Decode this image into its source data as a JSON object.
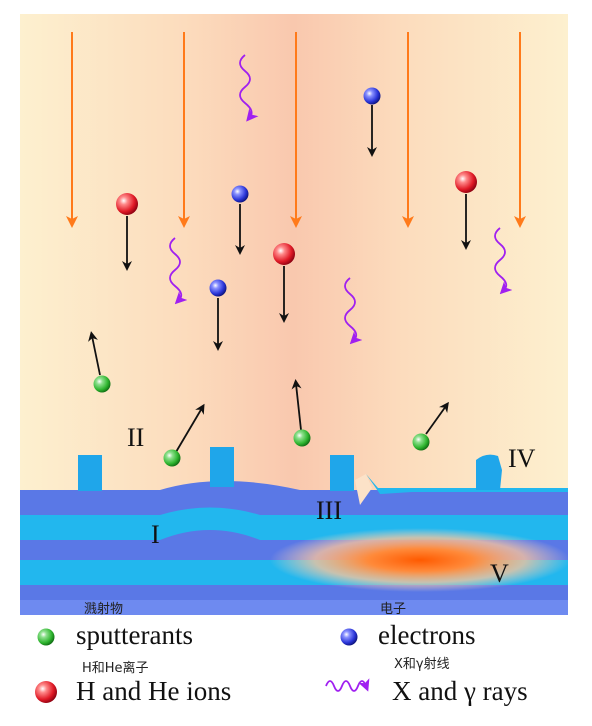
{
  "labels": {
    "I": "I",
    "II": "II",
    "III": "III",
    "IV": "IV",
    "V": "V"
  },
  "captions": {
    "sputter_cn": "溅射物",
    "electron_cn": "电子",
    "ions_cn": "H和He离子",
    "rays_cn": "X和γ射线"
  },
  "legend": {
    "sputterants": "sputterants",
    "electrons": "electrons",
    "ions": "H and He ions",
    "rays": "X and γ rays"
  },
  "colors": {
    "sputterant": "#2fb52f",
    "electron": "#2a35d8",
    "ion": "#e0202a",
    "ray": "#a020f0",
    "incident_arrow": "#ff7a1a",
    "layer_blue": "#5a78e6",
    "layer_cyan": "#22b7ee",
    "background": "#fdf0cf"
  }
}
